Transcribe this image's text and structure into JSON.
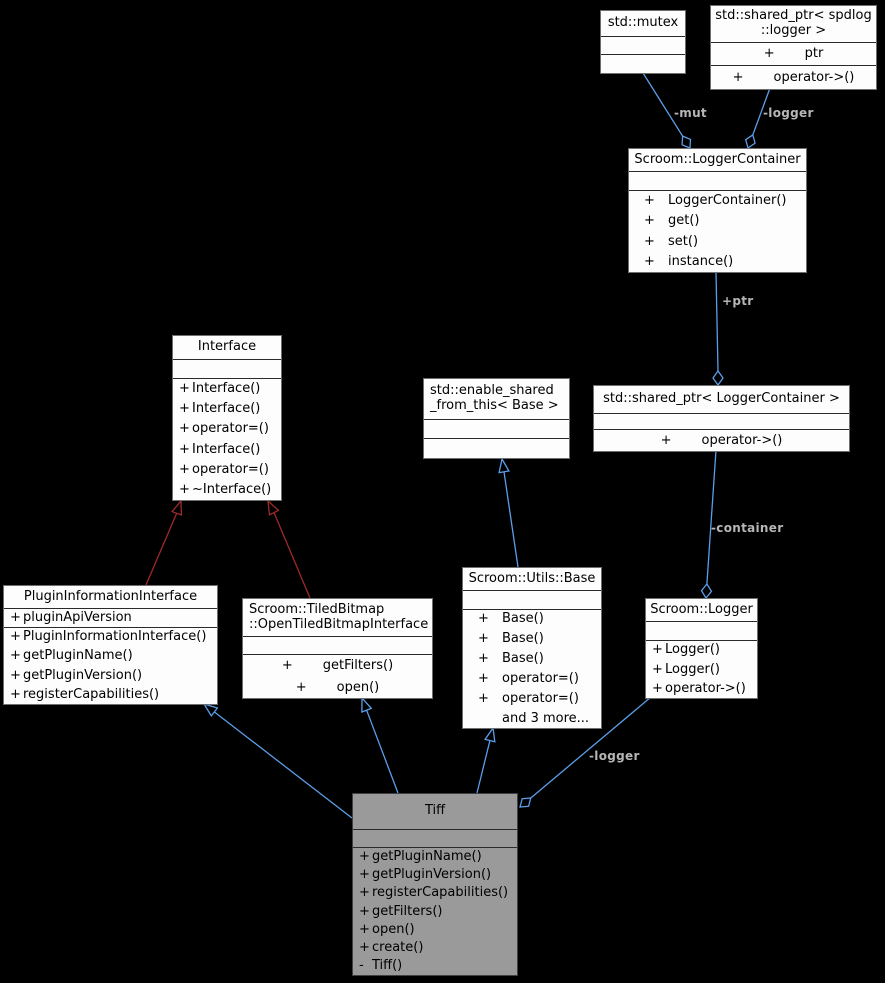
{
  "diagram": {
    "type": "uml-collaboration-diagram",
    "background": "#000000",
    "colors": {
      "node_fill": "#fdfdfd",
      "focus_node_fill": "#9a9a9a",
      "node_border": "#6e6e6e",
      "aggregation_edge": "#5b9ee9",
      "inheritance_edge_blue": "#5b9ee9",
      "inheritance_edge_red": "#9e2a2a",
      "edge_label_text": "#b6b6b6"
    },
    "classes": [
      {
        "id": "std-mutex",
        "title": [
          "std::mutex"
        ],
        "sections": [
          {
            "rows": []
          },
          {
            "rows": []
          }
        ]
      },
      {
        "id": "std-shared-ptr-spdlog-logger",
        "title": [
          "std::shared_ptr< spdlog",
          "::logger >"
        ],
        "sections": [
          {
            "rows": [
              {
                "v": "+",
                "text": "ptr"
              }
            ]
          },
          {
            "rows": [
              {
                "v": "+",
                "text": "operator->()"
              }
            ]
          }
        ]
      },
      {
        "id": "scroom-loggercontainer",
        "title": [
          "Scroom::LoggerContainer"
        ],
        "sections": [
          {
            "rows": []
          },
          {
            "rows": [
              {
                "v": "+",
                "text": "LoggerContainer()"
              },
              {
                "v": "+",
                "text": "get()"
              },
              {
                "v": "+",
                "text": "set()"
              },
              {
                "v": "+",
                "text": "instance()"
              }
            ]
          }
        ]
      },
      {
        "id": "interface",
        "title": [
          "Interface"
        ],
        "sections": [
          {
            "rows": []
          },
          {
            "rows": [
              {
                "v": "+",
                "text": "Interface()"
              },
              {
                "v": "+",
                "text": "Interface()"
              },
              {
                "v": "+",
                "text": "operator=()"
              },
              {
                "v": "+",
                "text": "Interface()"
              },
              {
                "v": "+",
                "text": "operator=()"
              },
              {
                "v": "+",
                "text": "~Interface()"
              }
            ]
          }
        ]
      },
      {
        "id": "std-enable-shared-from-this",
        "title": [
          "std::enable_shared",
          "_from_this< Base >"
        ],
        "sections": [
          {
            "rows": []
          },
          {
            "rows": []
          }
        ]
      },
      {
        "id": "std-shared-ptr-loggercontainer",
        "title": [
          "std::shared_ptr< LoggerContainer >"
        ],
        "sections": [
          {
            "rows": []
          },
          {
            "rows": [
              {
                "v": "+",
                "text": "operator->()"
              }
            ]
          }
        ]
      },
      {
        "id": "plugininformationinterface",
        "title": [
          "PluginInformationInterface"
        ],
        "sections": [
          {
            "rows": [
              {
                "v": "+",
                "text": "pluginApiVersion"
              }
            ]
          },
          {
            "rows": [
              {
                "v": "+",
                "text": "PluginInformationInterface()"
              },
              {
                "v": "+",
                "text": "getPluginName()"
              },
              {
                "v": "+",
                "text": "getPluginVersion()"
              },
              {
                "v": "+",
                "text": "registerCapabilities()"
              }
            ]
          }
        ]
      },
      {
        "id": "scroom-tiledbitmap-opentiledbitmapinterface",
        "title": [
          "Scroom::TiledBitmap",
          "::OpenTiledBitmapInterface"
        ],
        "sections": [
          {
            "rows": []
          },
          {
            "rows": [
              {
                "v": "+",
                "text": "getFilters()"
              },
              {
                "v": "+",
                "text": "open()"
              }
            ]
          }
        ]
      },
      {
        "id": "scroom-utils-base",
        "title": [
          "Scroom::Utils::Base"
        ],
        "sections": [
          {
            "rows": []
          },
          {
            "rows": [
              {
                "v": "+",
                "text": "Base()"
              },
              {
                "v": "+",
                "text": "Base()"
              },
              {
                "v": "+",
                "text": "Base()"
              },
              {
                "v": "+",
                "text": "operator=()"
              },
              {
                "v": "+",
                "text": "operator=()"
              },
              {
                "v": "",
                "text": "and 3 more..."
              }
            ]
          }
        ]
      },
      {
        "id": "scroom-logger",
        "title": [
          "Scroom::Logger"
        ],
        "sections": [
          {
            "rows": []
          },
          {
            "rows": [
              {
                "v": "+",
                "text": "Logger()"
              },
              {
                "v": "+",
                "text": "Logger()"
              },
              {
                "v": "+",
                "text": "operator->()"
              }
            ]
          }
        ]
      },
      {
        "id": "tiff",
        "title": [
          "Tiff"
        ],
        "focus": true,
        "sections": [
          {
            "rows": []
          },
          {
            "rows": [
              {
                "v": "+",
                "text": "getPluginName()"
              },
              {
                "v": "+",
                "text": "getPluginVersion()"
              },
              {
                "v": "+",
                "text": "registerCapabilities()"
              },
              {
                "v": "+",
                "text": "getFilters()"
              },
              {
                "v": "+",
                "text": "open()"
              },
              {
                "v": "+",
                "text": "create()"
              },
              {
                "v": "-",
                "text": "Tiff()"
              }
            ]
          }
        ]
      }
    ],
    "edges": [
      {
        "from": "std::mutex",
        "to": "Scroom::LoggerContainer",
        "kind": "aggregation",
        "label": "-mut"
      },
      {
        "from": "std::shared_ptr< spdlog::logger >",
        "to": "Scroom::LoggerContainer",
        "kind": "aggregation",
        "label": "-logger"
      },
      {
        "from": "Scroom::LoggerContainer",
        "to": "std::shared_ptr< LoggerContainer >",
        "kind": "aggregation",
        "label": "+ptr"
      },
      {
        "from": "std::shared_ptr< LoggerContainer >",
        "to": "Scroom::Logger",
        "kind": "aggregation",
        "label": "-container"
      },
      {
        "from": "Scroom::Logger",
        "to": "Tiff",
        "kind": "aggregation",
        "label": "-logger"
      },
      {
        "from": "PluginInformationInterface",
        "to": "Interface",
        "kind": "inheritance-red",
        "label": ""
      },
      {
        "from": "Scroom::TiledBitmap::OpenTiledBitmapInterface",
        "to": "Interface",
        "kind": "inheritance-red",
        "label": ""
      },
      {
        "from": "Scroom::Utils::Base",
        "to": "std::enable_shared_from_this< Base >",
        "kind": "inheritance-blue",
        "label": ""
      },
      {
        "from": "Tiff",
        "to": "PluginInformationInterface",
        "kind": "inheritance-blue",
        "label": ""
      },
      {
        "from": "Tiff",
        "to": "Scroom::TiledBitmap::OpenTiledBitmapInterface",
        "kind": "inheritance-blue",
        "label": ""
      },
      {
        "from": "Tiff",
        "to": "Scroom::Utils::Base",
        "kind": "inheritance-blue",
        "label": ""
      }
    ]
  }
}
